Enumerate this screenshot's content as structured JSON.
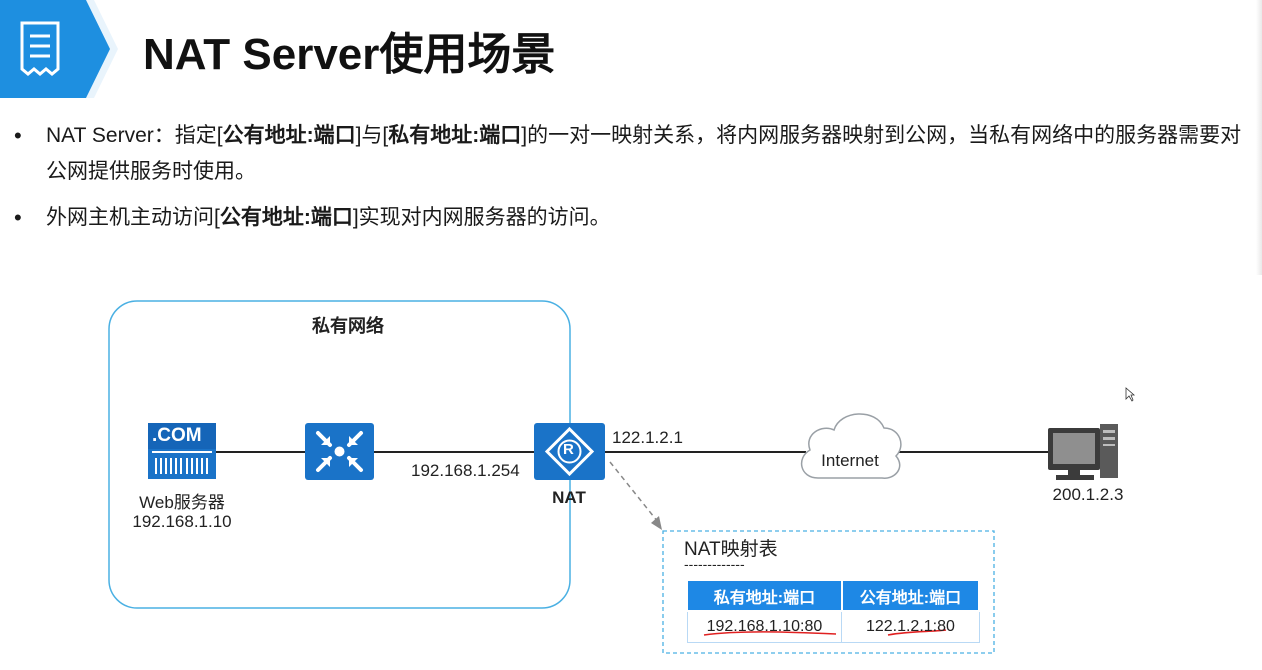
{
  "title": "NAT Server使用场景",
  "bullets": [
    {
      "segments": [
        {
          "text": "NAT Server：指定[",
          "bold": false
        },
        {
          "text": "公有地址:端口",
          "bold": true
        },
        {
          "text": "]与[",
          "bold": false
        },
        {
          "text": "私有地址:端口",
          "bold": true
        },
        {
          "text": "]的一对一映射关系，将内网服务器映射到公网，当私有网络中的服务器需要对公网提供服务时使用。",
          "bold": false
        }
      ]
    },
    {
      "segments": [
        {
          "text": "外网主机主动访问[",
          "bold": false
        },
        {
          "text": "公有地址:端口",
          "bold": true
        },
        {
          "text": "]实现对内网服务器的访问。",
          "bold": false
        }
      ]
    }
  ],
  "bullet_symbol": "•",
  "diagram": {
    "private_network_label": "私有网络",
    "web_server": {
      "icon_text": ".COM",
      "name": "Web服务器",
      "ip": "192.168.1.10"
    },
    "switch": {
      "icon": "switch-icon"
    },
    "router": {
      "name": "NAT",
      "inside_ip": "192.168.1.254",
      "outside_ip": "122.1.2.1",
      "icon_letter": "R"
    },
    "internet_label": "Internet",
    "host": {
      "ip": "200.1.2.3",
      "icon": "pc-icon"
    },
    "nat_table": {
      "title": "NAT映射表",
      "dashes": "-------------",
      "headers": [
        "私有地址:端口",
        "公有地址:端口"
      ],
      "rows": [
        [
          "192.168.1.10:80",
          "122.1.2.1:80"
        ]
      ]
    },
    "colors": {
      "accent": "#1e88e5",
      "device_blue": "#1a73c8",
      "annotation_red": "#e02020",
      "frame_border": "#4ab0e3"
    }
  }
}
